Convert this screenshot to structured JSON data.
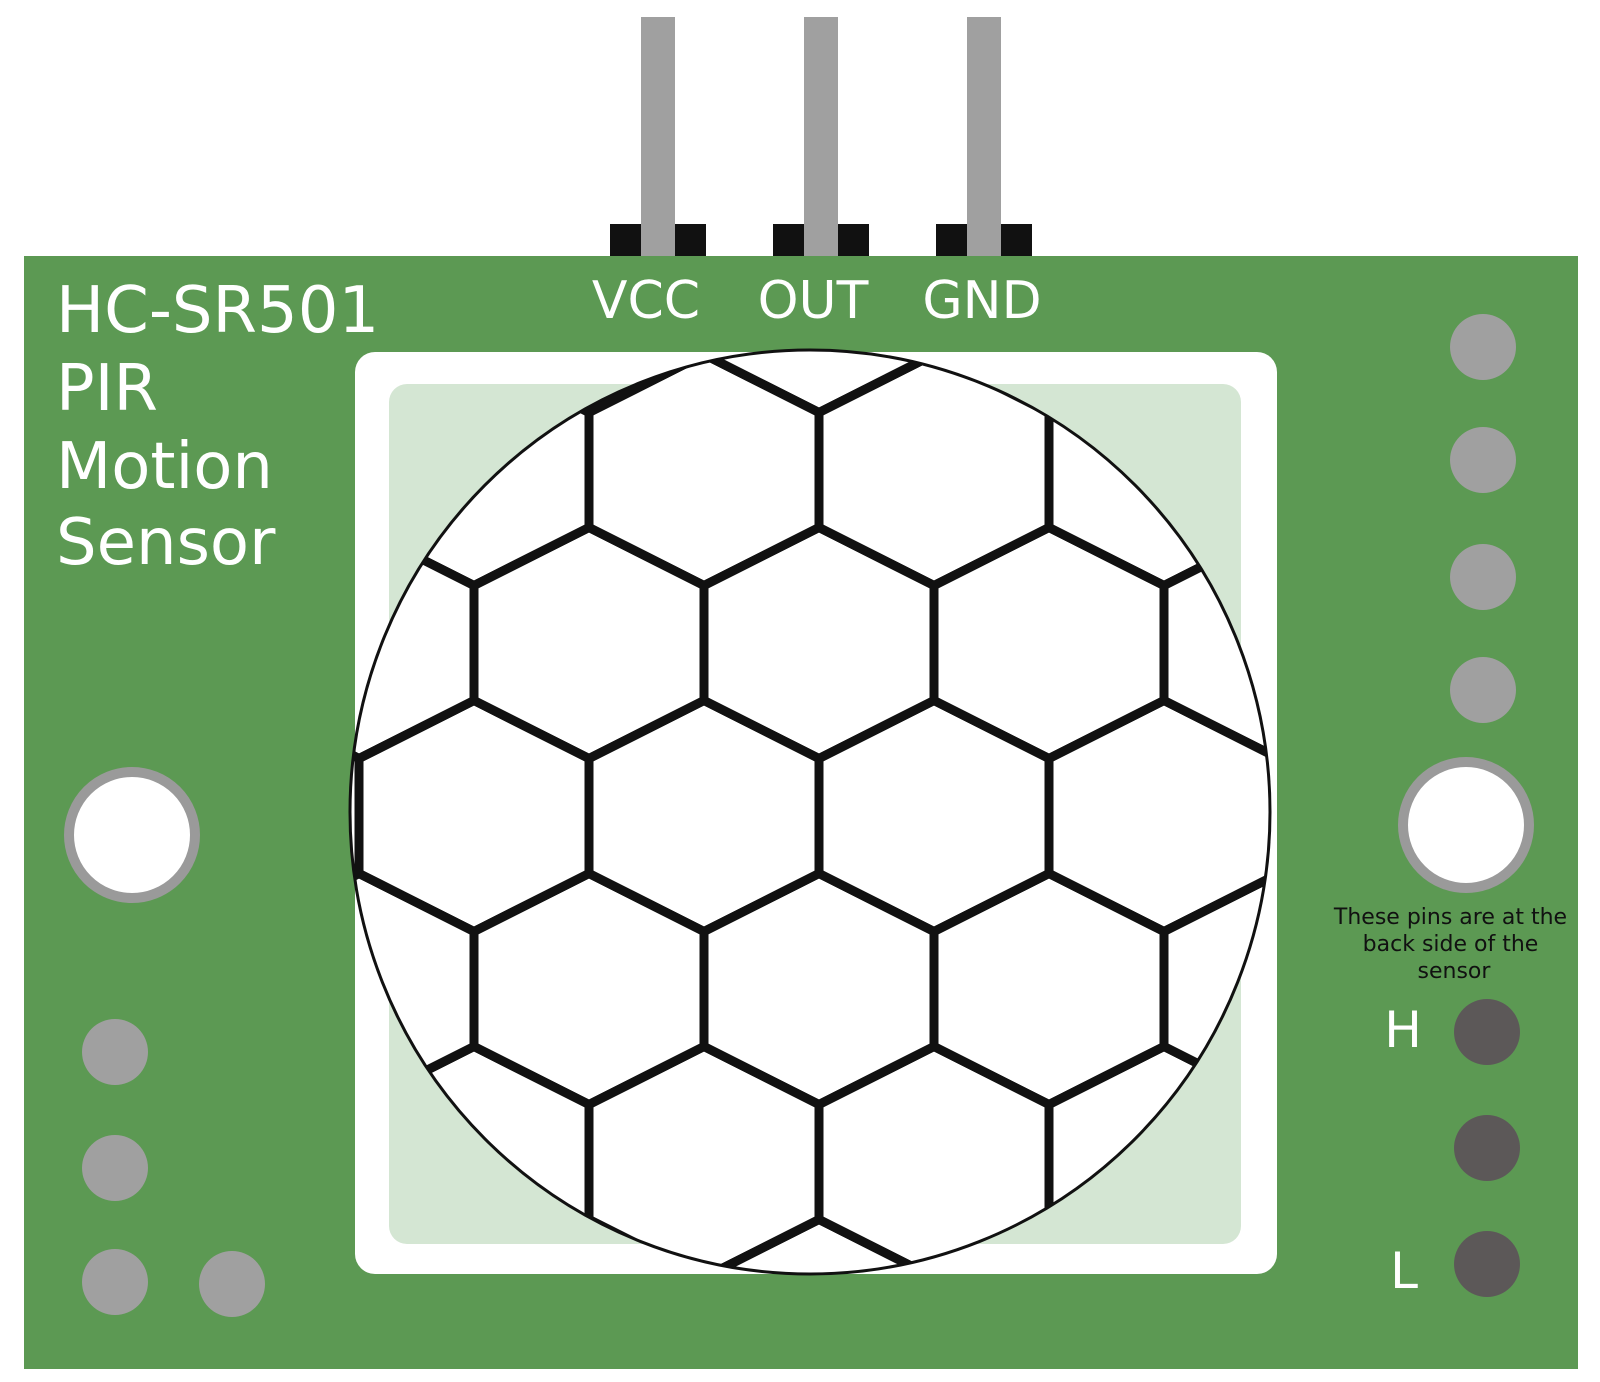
{
  "module": {
    "title_lines": [
      "HC-SR501",
      "PIR",
      "Motion",
      "Sensor"
    ]
  },
  "header_pins": [
    {
      "label": "VCC"
    },
    {
      "label": "OUT"
    },
    {
      "label": "GND"
    }
  ],
  "jumper": {
    "note_lines": [
      "These pins are at the",
      "back side of the",
      "sensor"
    ],
    "high_label": "H",
    "low_label": "L"
  },
  "colors": {
    "board": "#5c9953",
    "pin_metal": "#a0a0a0",
    "pin_base": "#111111",
    "lens_frame": "#ffffff",
    "lens_corner": "#d4e6d3",
    "dome": "#ffffff",
    "hex_lines": "#111111",
    "jumper_pad": "#5c5858",
    "mount_hole_ring": "#9a9a9a"
  }
}
